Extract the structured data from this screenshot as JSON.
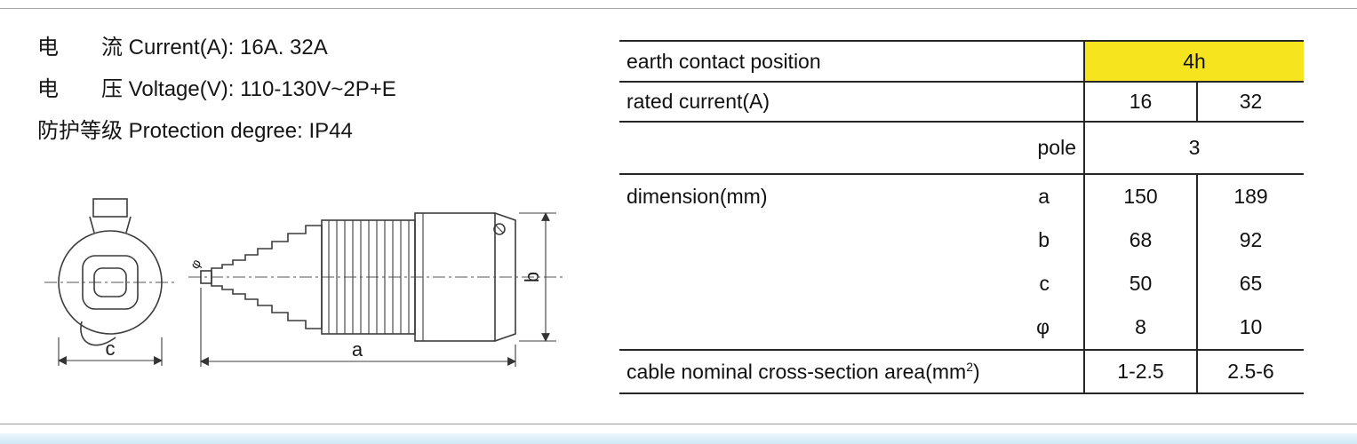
{
  "specs": {
    "line1": "电　　流 Current(A): 16A. 32A",
    "line2": "电　　压 Voltage(V): 110-130V~2P+E",
    "line3": "防护等级 Protection degree: IP44"
  },
  "drawing": {
    "dim_a": "a",
    "dim_b": "b",
    "dim_c": "c",
    "phi": "φ"
  },
  "table": {
    "earth": {
      "label": "earth contact position",
      "value": "4h"
    },
    "rated": {
      "label": "rated current(A)",
      "v16": "16",
      "v32": "32"
    },
    "pole": {
      "label": "pole",
      "value": "3"
    },
    "dimension": {
      "label": "dimension(mm)",
      "rows": [
        {
          "sub": "a",
          "v16": "150",
          "v32": "189"
        },
        {
          "sub": "b",
          "v16": "68",
          "v32": "92"
        },
        {
          "sub": "c",
          "v16": "50",
          "v32": "65"
        },
        {
          "sub": "φ",
          "v16": "8",
          "v32": "10"
        }
      ]
    },
    "cable": {
      "label_main": "cable nominal cross-section area(mm",
      "label_sup": "2",
      "label_end": ")",
      "v16": "1-2.5",
      "v32": "2.5-6"
    }
  },
  "colors": {
    "highlight": "#F5E41E",
    "strip": "#cfe8f6",
    "line": "#3c3c3c"
  }
}
